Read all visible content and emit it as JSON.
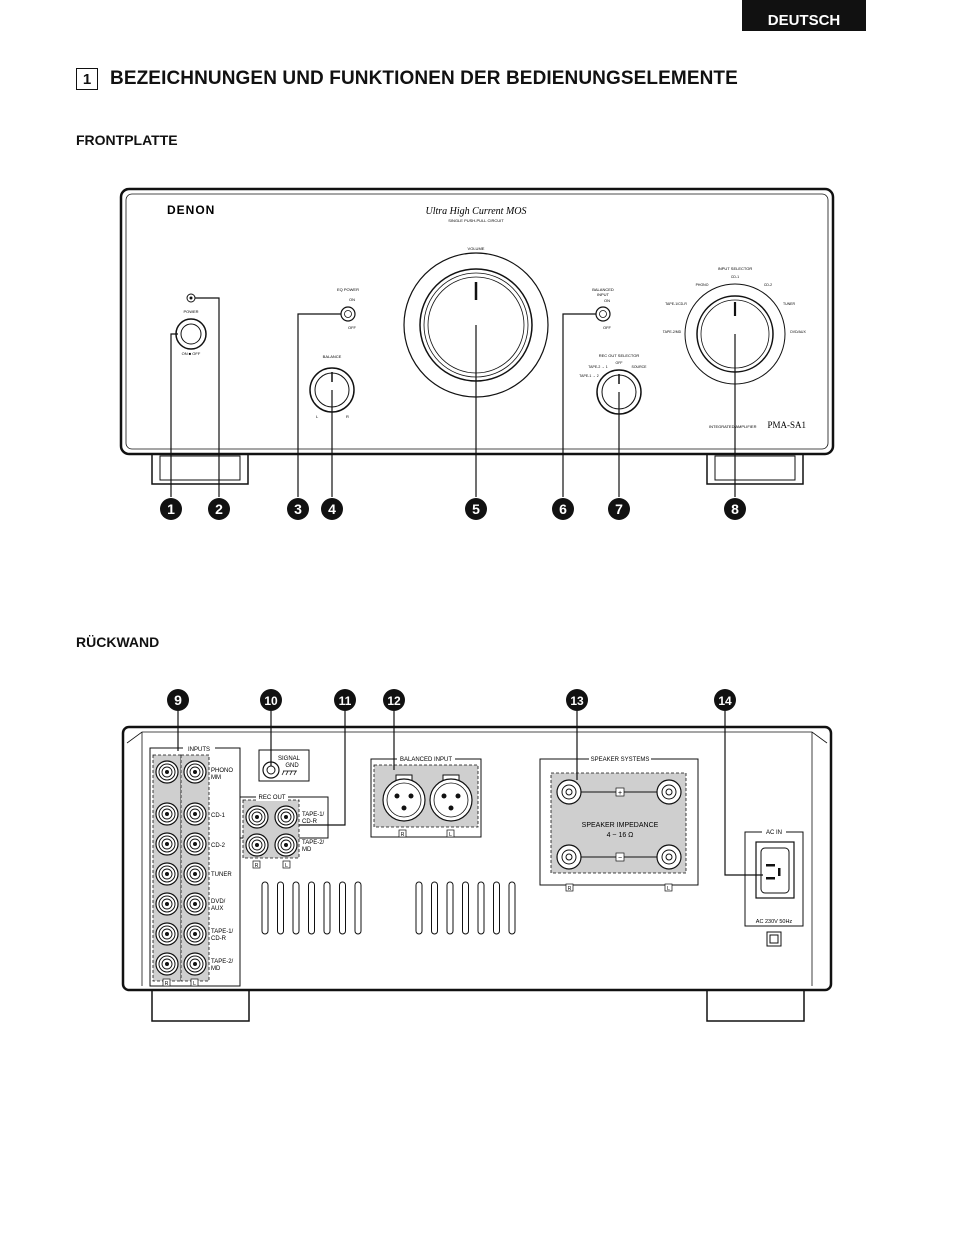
{
  "header": {
    "language_tab": "DEUTSCH"
  },
  "section": {
    "number": "1",
    "title": "BEZEICHNUNGEN UND FUNKTIONEN DER BEDIENUNGSELEMENTE"
  },
  "front": {
    "heading": "FRONTPLATTE",
    "brand": "DENON",
    "tagline": "Ultra High Current MOS",
    "tagline_sub": "SINGLE PUSH-PULL CIRCUIT",
    "power_label": "POWER",
    "power_states": "ON  ■ OFF",
    "eq_power": "EQ POWER",
    "on": "ON",
    "off": "OFF",
    "balance": "BALANCE",
    "bal_l": "L",
    "bal_r": "R",
    "volume": "VOLUME",
    "balanced_input_1": "BALANCED",
    "balanced_input_2": "INPUT",
    "rec_out_selector": "REC OUT SELECTOR",
    "rec_tape21": "TAPE-2 → 1",
    "rec_tape12": "TAPE-1 → 2",
    "rec_off": "OFF",
    "rec_source": "SOURCE",
    "input_selector": "INPUT SELECTOR",
    "sel_cd1": "CD-1",
    "sel_phono": "PHONO",
    "sel_cd2": "CD-2",
    "sel_tape1": "TAPE-1/CD-R",
    "sel_tuner": "TUNER",
    "sel_tape2": "TAPE-2/MD",
    "sel_dvd": "DVD/AUX",
    "model_prefix": "INTEGRATED AMPLIFIER",
    "model": "PMA-SA1",
    "callouts": [
      "1",
      "2",
      "3",
      "4",
      "5",
      "6",
      "7",
      "8"
    ]
  },
  "rear": {
    "heading": "RÜCKWAND",
    "inputs_label": "INPUTS",
    "input_names": [
      "PHONO\nMM",
      "CD-1",
      "CD-2",
      "TUNER",
      "DVD/\nAUX",
      "TAPE-1/\nCD-R",
      "TAPE-2/\nMD"
    ],
    "signal_gnd_1": "SIGNAL",
    "signal_gnd_2": "GND",
    "rec_out": "REC OUT",
    "rec_tape1_1": "TAPE-1/",
    "rec_tape1_2": "CD-R",
    "rec_tape2_1": "TAPE-2/",
    "rec_tape2_2": "MD",
    "r": "R",
    "l": "L",
    "balanced_input": "BALANCED INPUT",
    "speaker_systems": "SPEAKER SYSTEMS",
    "speaker_impedance_1": "SPEAKER IMPEDANCE",
    "speaker_impedance_2": "4 ~ 16 Ω",
    "plus": "+",
    "minus": "−",
    "ac_in": "AC IN",
    "ac_rating": "AC 230V 50Hz",
    "callouts": [
      "9",
      "10",
      "11",
      "12",
      "13",
      "14"
    ]
  }
}
